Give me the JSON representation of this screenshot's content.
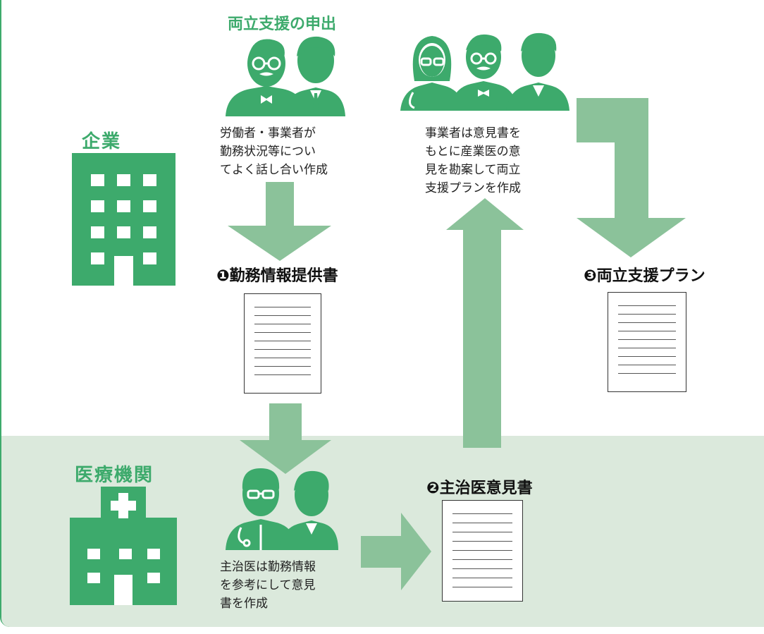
{
  "company": {
    "label": "企業"
  },
  "medical": {
    "label": "医療機関"
  },
  "step_request": {
    "title": "両立支援の申出",
    "text": "労働者・事業者が\n勤務状況等につい\nてよく話し合い作成"
  },
  "step_employer": {
    "text": "事業者は意見書を\nもとに産業医の意\n見を勘案して両立\n支援プランを作成"
  },
  "step_doctor": {
    "text": "主治医は勤務情報\nを参考にして意見\n書を作成"
  },
  "documents": [
    {
      "label": "❶勤務情報提供書"
    },
    {
      "label": "❷主治医意見書"
    },
    {
      "label": "❸両立支援プラン"
    }
  ],
  "colors": {
    "accent": "#3daa6c",
    "arrow": "#8bc29a",
    "medical_band": "#dbe9dc",
    "person_icon": "#3daa6c"
  },
  "icons": [
    "company-building-icon",
    "hospital-building-icon",
    "worker-employer-icon",
    "doctor-worker-icon",
    "nurse-doctor-employer-icon"
  ]
}
